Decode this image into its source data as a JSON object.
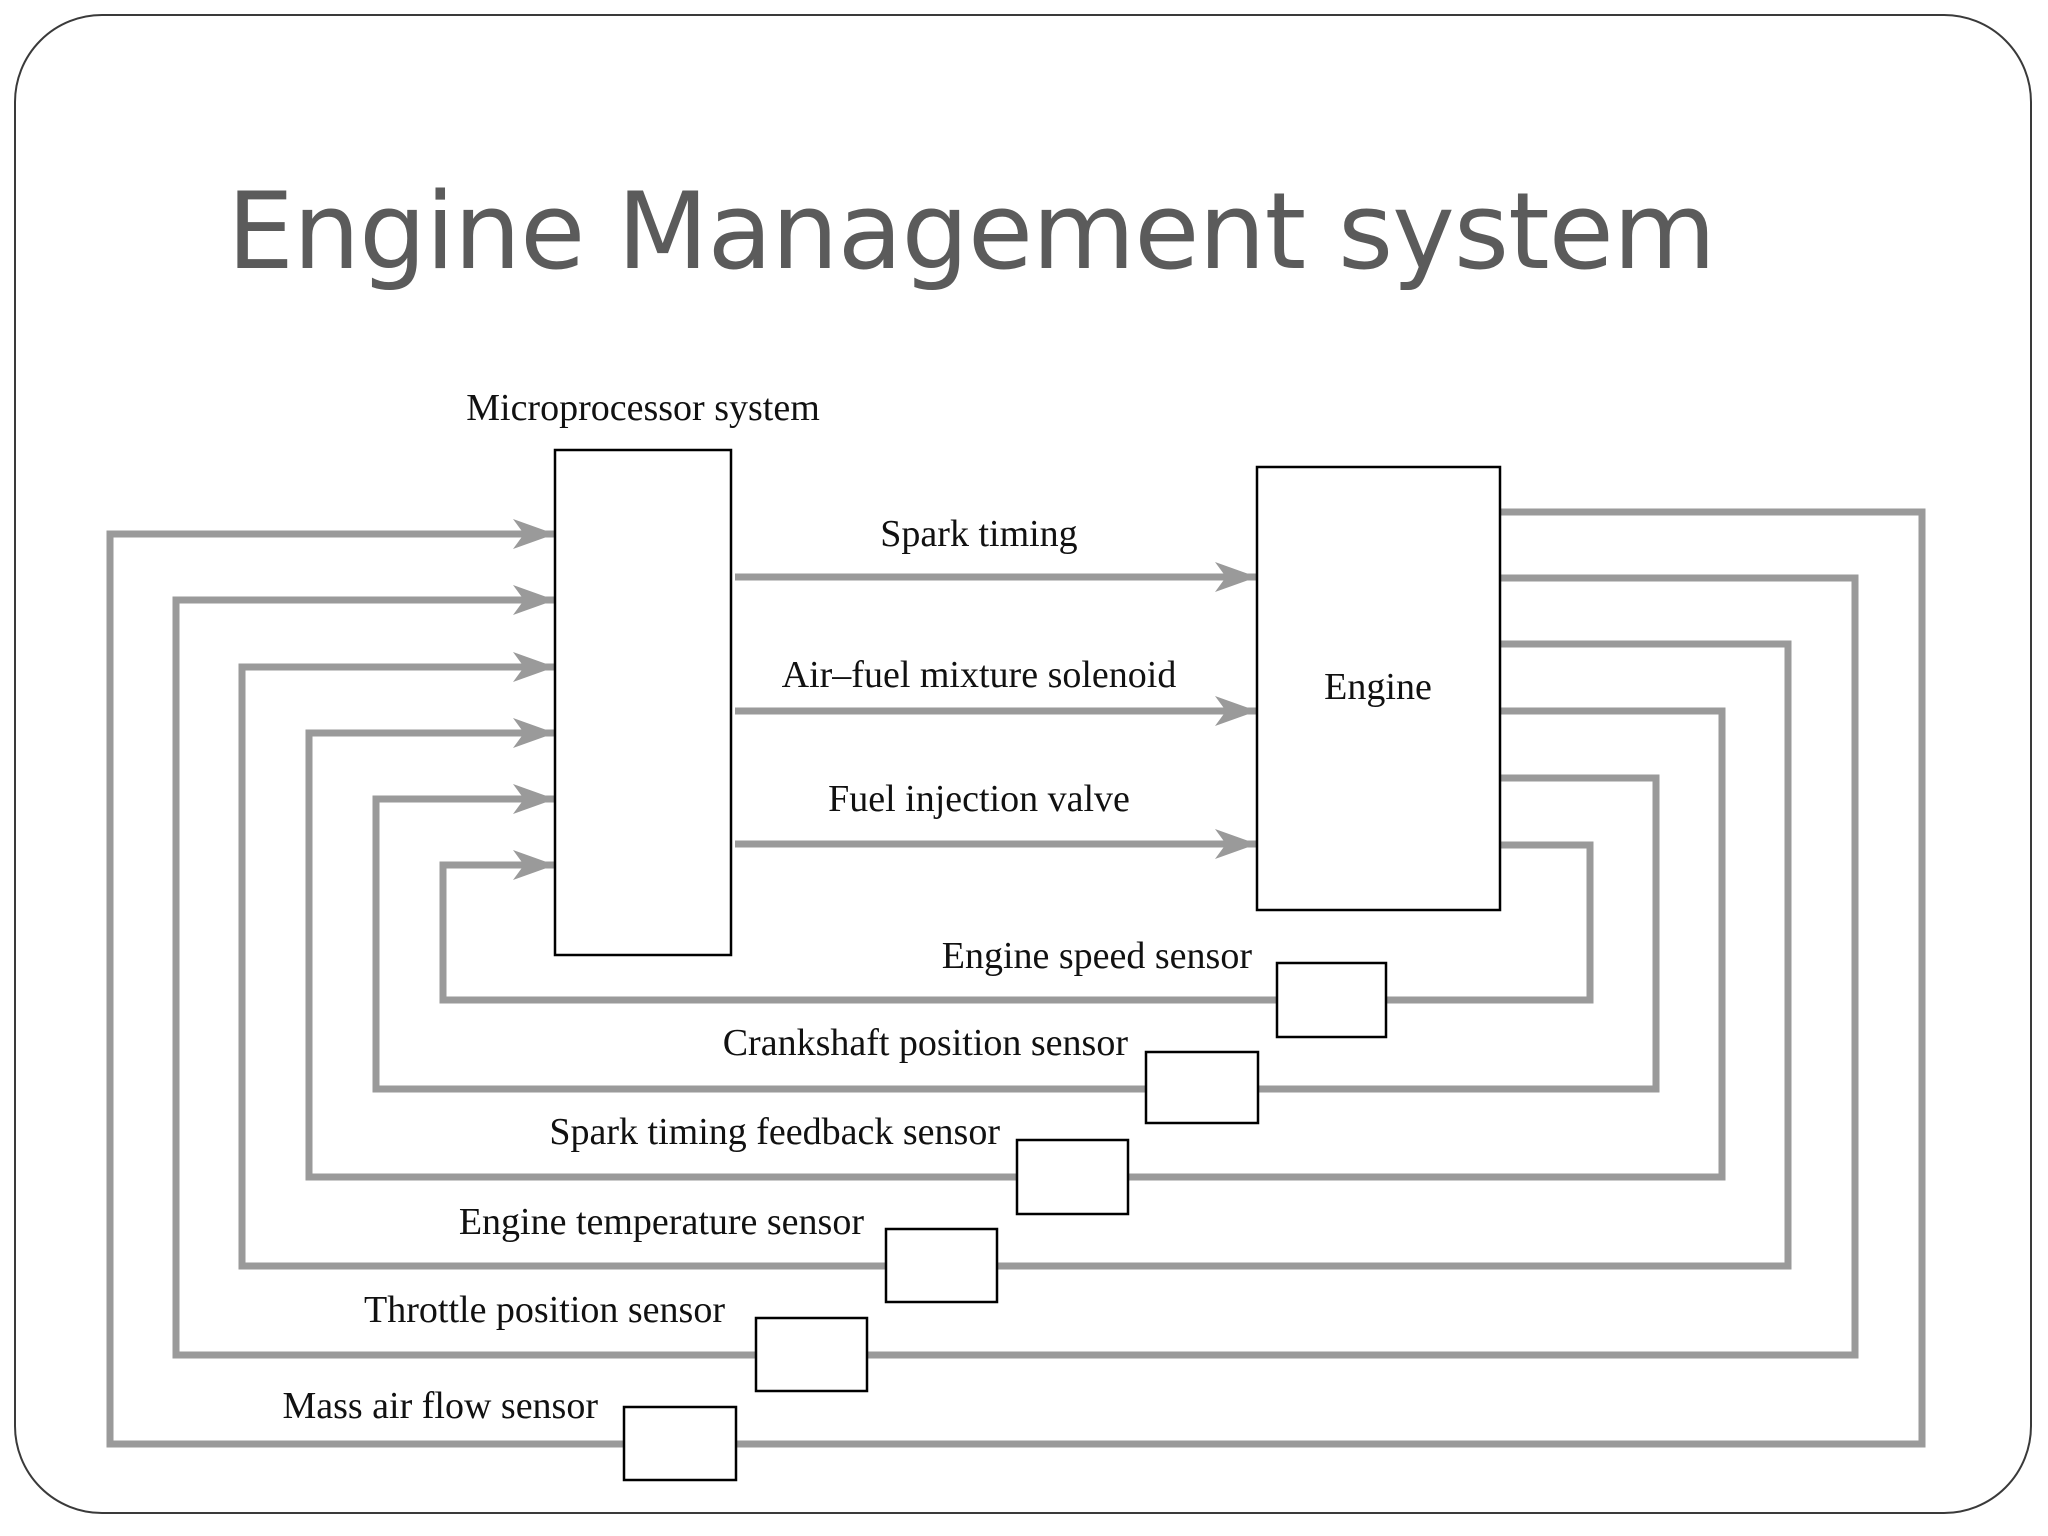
{
  "slide": {
    "title": "Engine Management system"
  },
  "diagram": {
    "microprocessor_label": "Microprocessor system",
    "engine_label": "Engine",
    "outputs": [
      {
        "label": "Spark timing"
      },
      {
        "label": "Air–fuel mixture solenoid"
      },
      {
        "label": "Fuel injection valve"
      }
    ],
    "sensors": [
      {
        "label": "Mass air flow sensor"
      },
      {
        "label": "Throttle position sensor"
      },
      {
        "label": "Engine temperature sensor"
      },
      {
        "label": "Spark timing feedback sensor"
      },
      {
        "label": "Crankshaft position sensor"
      },
      {
        "label": "Engine speed sensor"
      }
    ],
    "colors": {
      "wire": "#9a9a9a",
      "box_stroke": "#000000",
      "title": "#5b5b5b",
      "frame": "#3a3a3a"
    }
  }
}
